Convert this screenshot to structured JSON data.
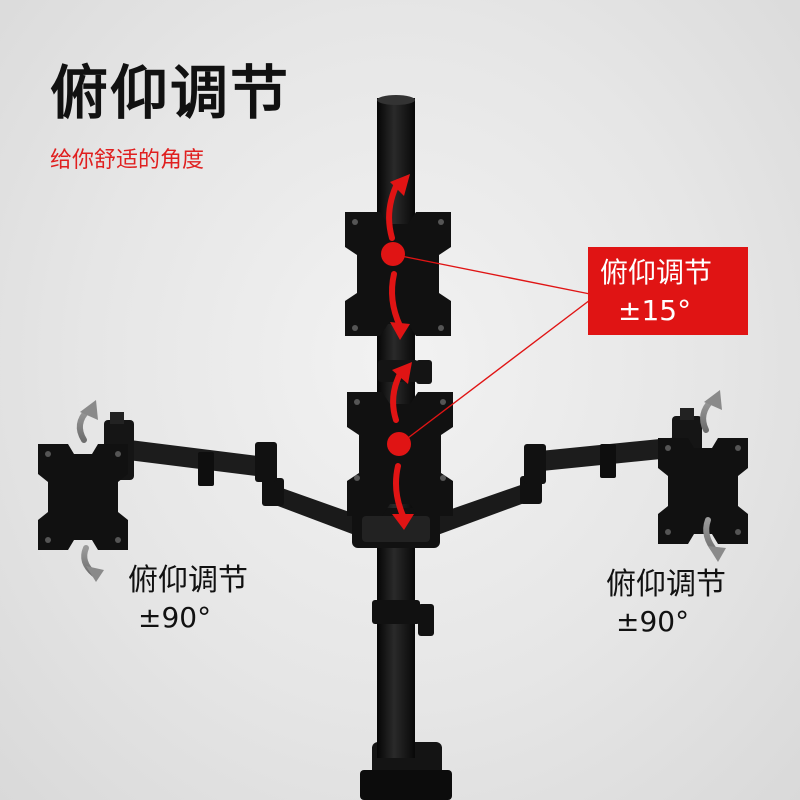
{
  "title": "俯仰调节",
  "subtitle": "给你舒适的角度",
  "badge": {
    "line1": "俯仰调节",
    "line2": "±15°"
  },
  "left_caption": {
    "line1": "俯仰调节",
    "line2": "±90°"
  },
  "right_caption": {
    "line1": "俯仰调节",
    "line2": "±90°"
  },
  "colors": {
    "accent": "#e01414",
    "arm": "#1a1a1a",
    "arrow_gray": "#8a8a8a"
  },
  "icons": [
    "red-rotation-arrow-icon",
    "gray-rotation-arrow-icon",
    "pivot-dot-icon"
  ]
}
